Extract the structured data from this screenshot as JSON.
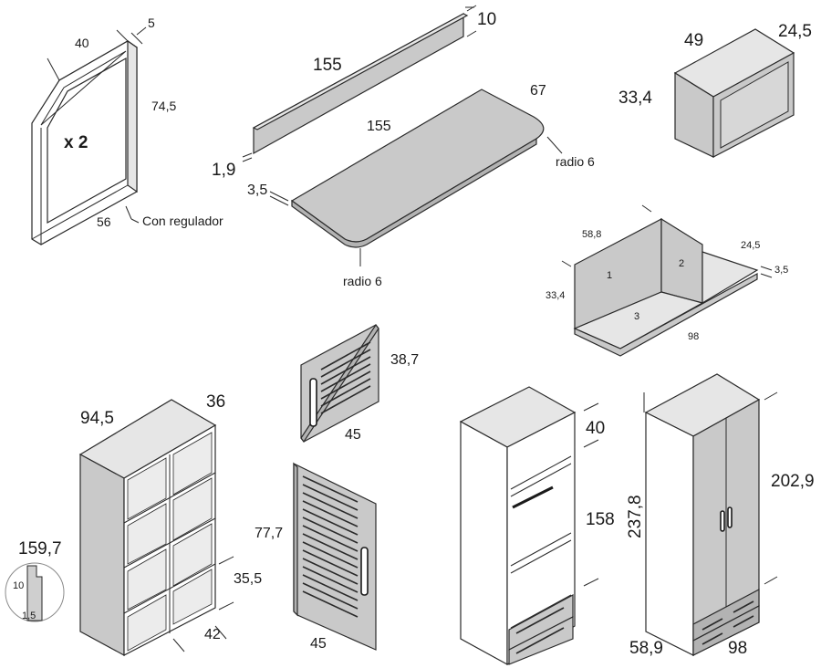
{
  "mirror": {
    "depth": "5",
    "top": "40",
    "height": "74,5",
    "qty": "x 2",
    "bottom": "56",
    "note": "Con regulador"
  },
  "shelf_board": {
    "length": "155",
    "height": "10",
    "thickness": "1,9"
  },
  "desk_top": {
    "length": "155",
    "depth": "67",
    "thickness": "3,5",
    "radius_right": "radio 6",
    "radius_bottom": "radio 6"
  },
  "wall_box": {
    "width": "49",
    "depth": "24,5",
    "height": "33,4"
  },
  "corner_unit": {
    "width": "58,8",
    "depth": "24,5",
    "thickness": "3,5",
    "height": "33,4",
    "length": "98",
    "parts": [
      "1",
      "2",
      "3"
    ]
  },
  "small_door": {
    "height": "38,7",
    "width": "45"
  },
  "bookcase": {
    "width": "94,5",
    "depth": "36",
    "height": "159,7",
    "compartment_height": "35,5",
    "compartment_width": "42",
    "detail_top": "10",
    "detail_bottom": "1,5"
  },
  "tall_door": {
    "height": "77,7",
    "width": "45"
  },
  "open_wardrobe": {
    "top": "40",
    "middle": "158"
  },
  "wardrobe": {
    "total_height": "237,8",
    "door_height": "202,9",
    "depth": "58,9",
    "width": "98"
  }
}
